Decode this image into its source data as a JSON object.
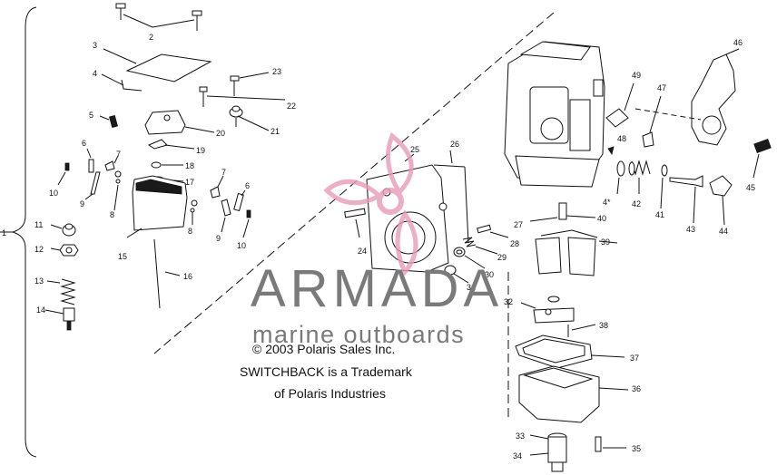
{
  "callouts": [
    {
      "id": "c2",
      "label": "2"
    },
    {
      "id": "c3",
      "label": "3"
    },
    {
      "id": "c4",
      "label": "4"
    },
    {
      "id": "c5",
      "label": "5"
    },
    {
      "id": "c6a",
      "label": "6"
    },
    {
      "id": "c6b",
      "label": "6"
    },
    {
      "id": "c7a",
      "label": "7"
    },
    {
      "id": "c7b",
      "label": "7"
    },
    {
      "id": "c8a",
      "label": "8"
    },
    {
      "id": "c8b",
      "label": "8"
    },
    {
      "id": "c9a",
      "label": "9"
    },
    {
      "id": "c9b",
      "label": "9"
    },
    {
      "id": "c10a",
      "label": "10"
    },
    {
      "id": "c10b",
      "label": "10"
    },
    {
      "id": "c11",
      "label": "11"
    },
    {
      "id": "c12",
      "label": "12"
    },
    {
      "id": "c13",
      "label": "13"
    },
    {
      "id": "c14",
      "label": "14"
    },
    {
      "id": "c15",
      "label": "15"
    },
    {
      "id": "c16",
      "label": "16"
    },
    {
      "id": "c17",
      "label": "17"
    },
    {
      "id": "c18",
      "label": "18"
    },
    {
      "id": "c19",
      "label": "19"
    },
    {
      "id": "c20",
      "label": "20"
    },
    {
      "id": "c21",
      "label": "21"
    },
    {
      "id": "c22",
      "label": "22"
    },
    {
      "id": "c23",
      "label": "23"
    },
    {
      "id": "c24",
      "label": "24"
    },
    {
      "id": "c25",
      "label": "25"
    },
    {
      "id": "c26",
      "label": "26"
    },
    {
      "id": "c27",
      "label": "27"
    },
    {
      "id": "c28",
      "label": "28"
    },
    {
      "id": "c29",
      "label": "29"
    },
    {
      "id": "c30",
      "label": "30"
    },
    {
      "id": "c31",
      "label": "31"
    },
    {
      "id": "c32",
      "label": "32"
    },
    {
      "id": "c33",
      "label": "33"
    },
    {
      "id": "c34",
      "label": "34"
    },
    {
      "id": "c35",
      "label": "35"
    },
    {
      "id": "c36",
      "label": "36"
    },
    {
      "id": "c37",
      "label": "37"
    },
    {
      "id": "c38",
      "label": "38"
    },
    {
      "id": "c39",
      "label": "39"
    },
    {
      "id": "c40",
      "label": "40"
    },
    {
      "id": "c41",
      "label": "41"
    },
    {
      "id": "c42",
      "label": "42"
    },
    {
      "id": "c43",
      "label": "43"
    },
    {
      "id": "c44",
      "label": "44"
    },
    {
      "id": "c45",
      "label": "45"
    },
    {
      "id": "c46",
      "label": "46"
    },
    {
      "id": "c47",
      "label": "47"
    },
    {
      "id": "c48",
      "label": "48"
    },
    {
      "id": "c49",
      "label": "49"
    },
    {
      "id": "c1",
      "label": "1"
    }
  ],
  "watermark": {
    "brand": "ARMADA",
    "tagline": "marine outboards",
    "brand_color": "#7a7a7a",
    "logo_color": "#e89ab8"
  },
  "copyright": "© 2003 Polaris Sales Inc.",
  "trademark_line1": "SWITCHBACK is a Trademark",
  "trademark_line2": "of Polaris Industries",
  "colors": {
    "line": "#111111",
    "background": "#ffffff"
  }
}
